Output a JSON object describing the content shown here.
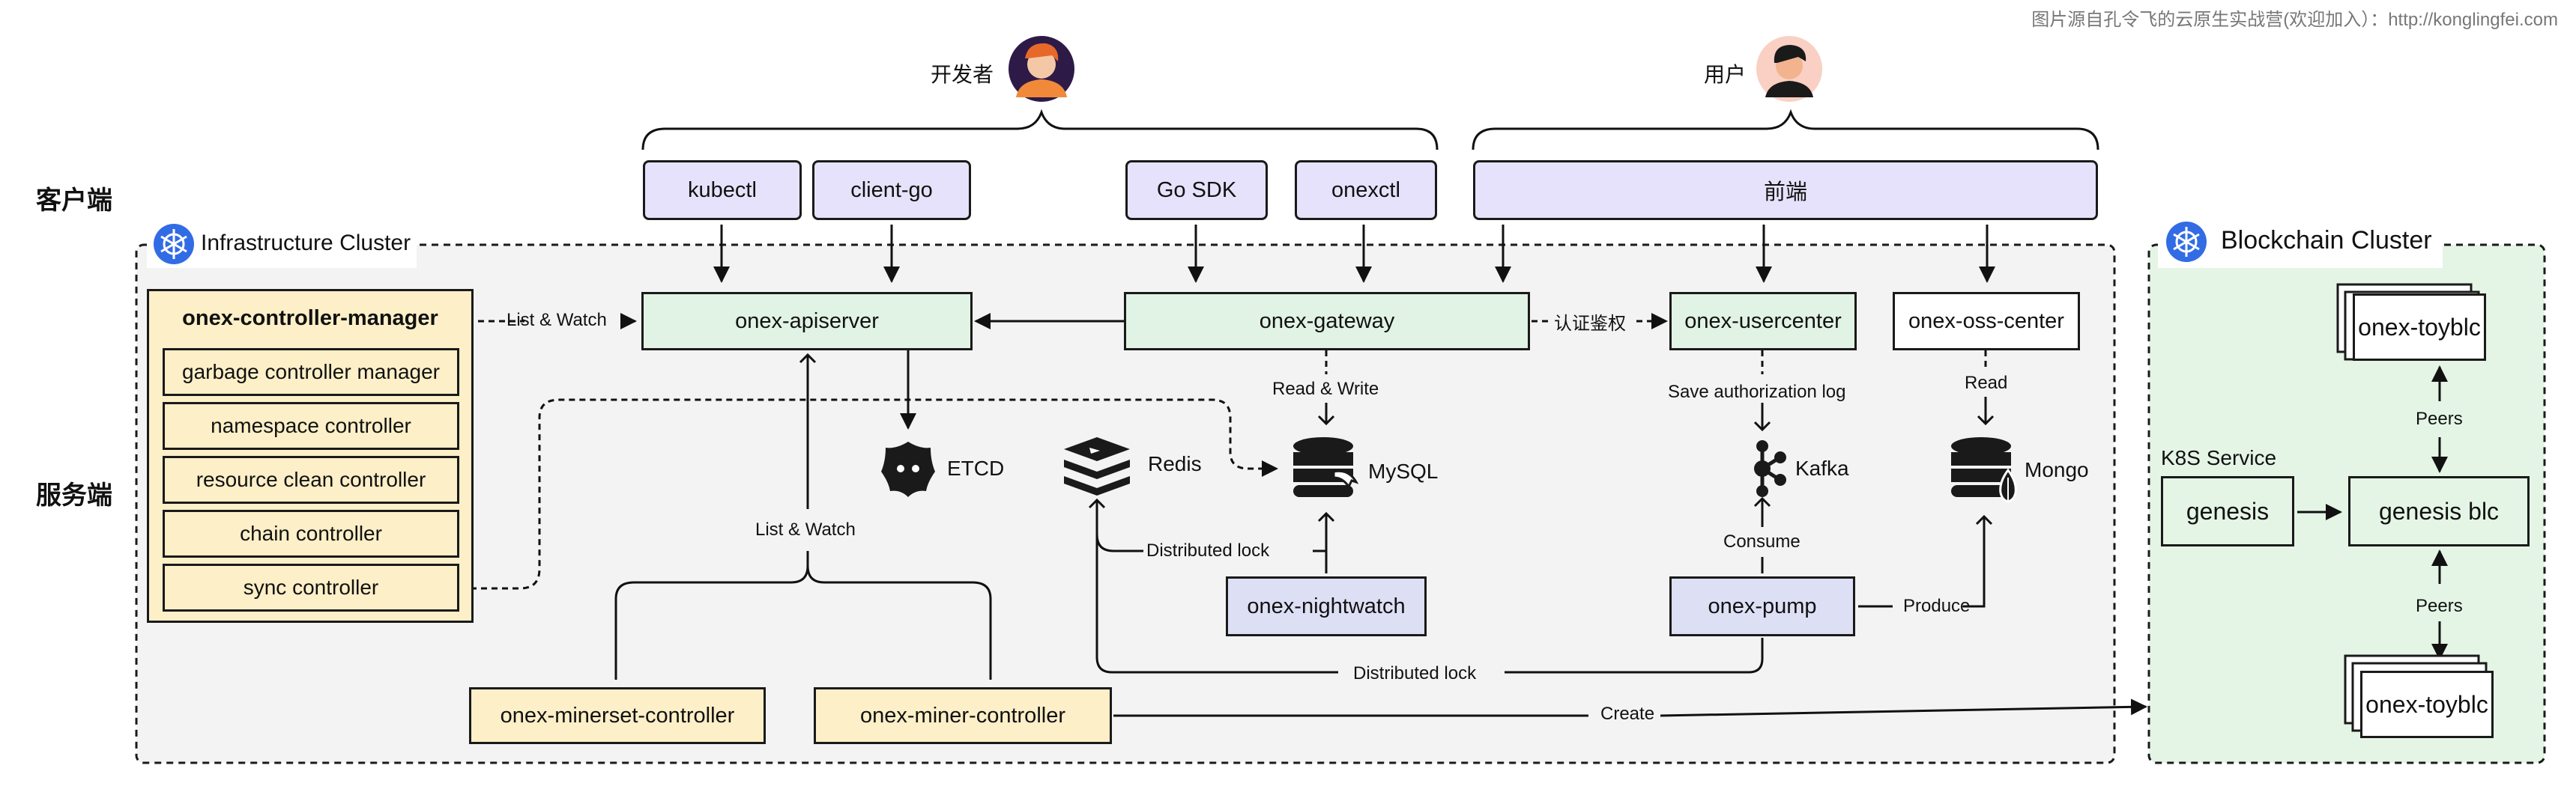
{
  "watermark": "图片源自孔令飞的云原生实战营(欢迎加入）：http://konglingfei.com",
  "sections": {
    "client": "客户端",
    "server": "服务端"
  },
  "actors": {
    "developer": "开发者",
    "user": "用户"
  },
  "clients": {
    "kubectl": "kubectl",
    "client_go": "client-go",
    "go_sdk": "Go SDK",
    "onexctl": "onexctl",
    "frontend": "前端"
  },
  "infra": {
    "title": "Infrastructure Cluster",
    "controller_manager": {
      "title": "onex-controller-manager",
      "items": [
        "garbage controller manager",
        "namespace controller",
        "resource clean controller",
        "chain controller",
        "sync controller"
      ]
    },
    "apiserver": "onex-apiserver",
    "gateway": "onex-gateway",
    "usercenter": "onex-usercenter",
    "oss_center": "onex-oss-center",
    "nightwatch": "onex-nightwatch",
    "pump": "onex-pump",
    "minerset_controller": "onex-minerset-controller",
    "miner_controller": "onex-miner-controller",
    "stores": {
      "etcd": "ETCD",
      "redis": "Redis",
      "mysql": "MySQL",
      "kafka": "Kafka",
      "mongo": "Mongo"
    }
  },
  "edges": {
    "list_watch_cm": "List & Watch",
    "list_watch_miner": "List & Watch",
    "auth": "认证鉴权",
    "read_write": "Read & Write",
    "save_auth_log": "Save authorization log",
    "read": "Read",
    "consume": "Consume",
    "produce": "Produce",
    "distributed_lock_1": "Distributed lock",
    "distributed_lock_2": "Distributed lock",
    "create": "Create",
    "peers_top": "Peers",
    "peers_bottom": "Peers"
  },
  "blockchain": {
    "title": "Blockchain Cluster",
    "k8s_service": "K8S Service",
    "genesis": "genesis",
    "genesis_blc": "genesis blc",
    "toyblc_top": "onex-toyblc",
    "toyblc_bottom": "onex-toyblc"
  },
  "colors": {
    "k8s_blue": "#326ce5",
    "apiserver_green": "#e1f3e4",
    "client_purple": "#e7e2fb",
    "worker_blue": "#dde0f5",
    "controller_yellow": "#fdefc7",
    "cluster_bg": "#f2f2f2",
    "blockchain_bg": "#e4f5e6"
  },
  "icons": {
    "developer": "developer-avatar-icon",
    "user": "user-avatar-icon",
    "k8s": "kubernetes-wheel-icon",
    "etcd": "etcd-icon",
    "redis": "redis-icon",
    "mysql": "mysql-database-icon",
    "kafka": "kafka-icon",
    "mongo": "mongo-database-icon"
  }
}
